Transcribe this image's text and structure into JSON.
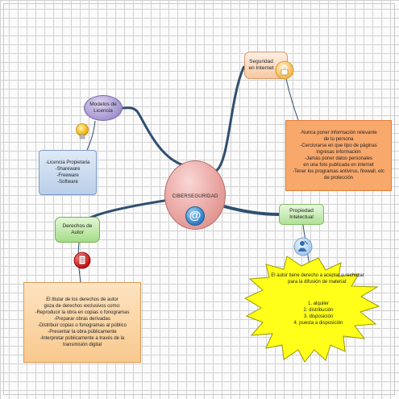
{
  "central": {
    "title": "CIBERSEGURIDAD",
    "icon": "at-sign-icon",
    "icon_glyph": "@"
  },
  "modelos": {
    "label": "Modelos de Licencia",
    "icon": "bulb-icon",
    "items": [
      "-Licencia Propietaria",
      "-Shareware",
      "-Freeware",
      "-Software"
    ]
  },
  "seguridad": {
    "label": "Seguridad en Internet",
    "icon": "lock-icon",
    "items": [
      "-Nunca poner información relevante",
      "de tu persona",
      "-Cerciorarse en que tipo de páginas",
      "ingresas información",
      "-Jamás poner datos personales",
      "en una foto publicada en internet",
      "-Tener los programas antivirus, firewall, etc",
      "de protección"
    ]
  },
  "derechos": {
    "label": "Derechos de Autor",
    "icon": "document-icon",
    "items": [
      "El titular de los derechos de autor",
      "goza de derechos exclusivos como:",
      "-Reproducir la obra en copias o fonogramas",
      "-Preparar obras derivadas",
      "-Distribuir copias o fonogramas al público",
      "-Presentar la obra públicamente",
      "-Interpretar públicamente a través de la",
      "transmisión digital"
    ]
  },
  "propiedad": {
    "label": "Propiedad Intelectual",
    "icon": "person-icon",
    "intro": "El autor tiene derecho a aceptar o rechazar para la difusión de material:",
    "items": [
      "1. alquiler",
      "2. distribución",
      "3. disposición",
      "4. puesta a disposición"
    ]
  },
  "colors": {
    "canvas": "#fbfbfb",
    "grid": "#d2d2d2",
    "link": "#2f4f6f",
    "burst": "#ffff1a",
    "seguridad_list": "#f9a86b",
    "derechos_list": "#f8c98e"
  }
}
